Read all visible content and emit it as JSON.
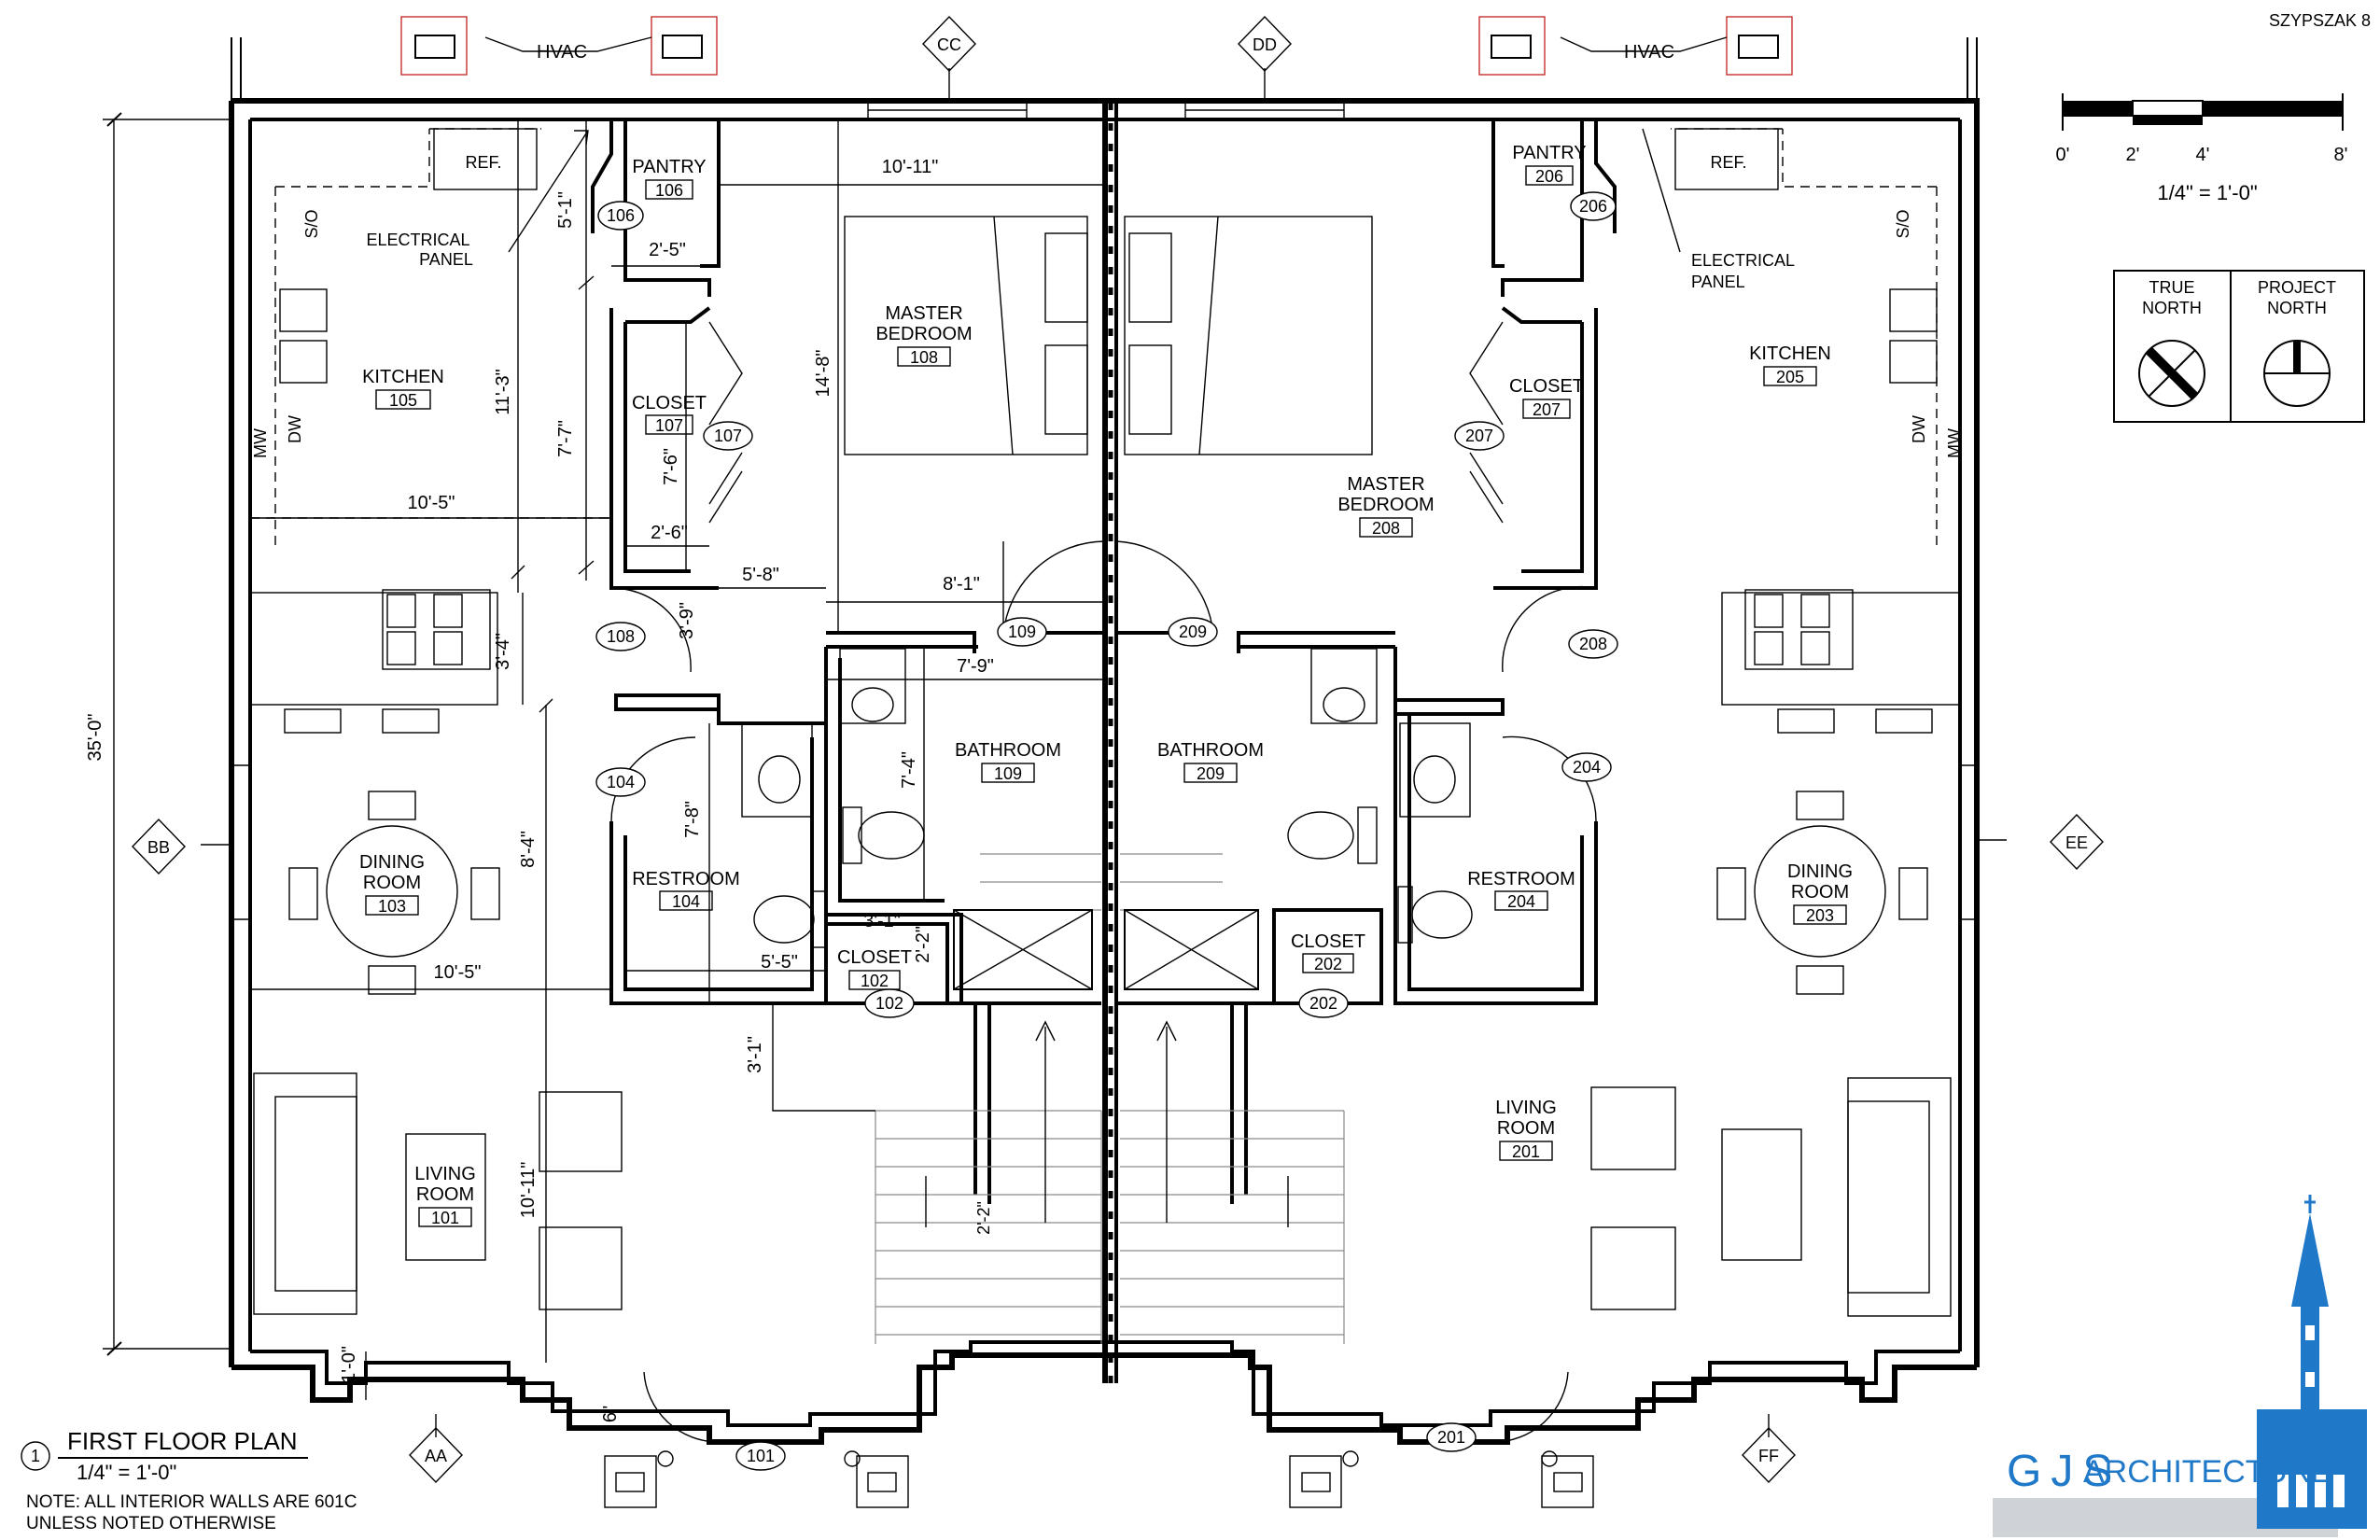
{
  "sheet_code": "SZYPSZAK 8",
  "hvac_label": "HVAC",
  "grid_markers": [
    "CC",
    "DD",
    "BB",
    "EE",
    "AA",
    "FF"
  ],
  "scale_bar": {
    "ticks": [
      "0'",
      "2'",
      "4'",
      "8'"
    ],
    "scale_text": "1/4\" = 1'-0\""
  },
  "north": {
    "true_north": "TRUE\nNORTH",
    "project_north": "PROJECT\nNORTH"
  },
  "rooms": {
    "r101": {
      "name": "LIVING\nROOM",
      "number": "101"
    },
    "r102": {
      "name": "CLOSET",
      "number": "102"
    },
    "r103": {
      "name": "DINING\nROOM",
      "number": "103"
    },
    "r104": {
      "name": "RESTROOM",
      "number": "104"
    },
    "r105": {
      "name": "KITCHEN",
      "number": "105"
    },
    "r106": {
      "name": "PANTRY",
      "number": "106"
    },
    "r107": {
      "name": "CLOSET",
      "number": "107"
    },
    "r108": {
      "name": "MASTER\nBEDROOM",
      "number": "108"
    },
    "r109": {
      "name": "BATHROOM",
      "number": "109"
    },
    "r201": {
      "name": "LIVING\nROOM",
      "number": "201"
    },
    "r202": {
      "name": "CLOSET",
      "number": "202"
    },
    "r203": {
      "name": "DINING\nROOM",
      "number": "203"
    },
    "r204": {
      "name": "RESTROOM",
      "number": "204"
    },
    "r205": {
      "name": "KITCHEN",
      "number": "205"
    },
    "r206": {
      "name": "PANTRY",
      "number": "206"
    },
    "r207": {
      "name": "CLOSET",
      "number": "207"
    },
    "r208": {
      "name": "MASTER\nBEDROOM",
      "number": "208"
    },
    "r209": {
      "name": "BATHROOM",
      "number": "209"
    }
  },
  "door_tags": [
    "101",
    "102",
    "104",
    "106",
    "107",
    "108",
    "109",
    "201",
    "202",
    "204",
    "206",
    "207",
    "208",
    "209"
  ],
  "fixture_labels": {
    "ref": "REF.",
    "so": "S/O",
    "dw": "DW",
    "mw": "MW",
    "electrical_panel": "ELECTRICAL\nPANEL"
  },
  "dimensions": {
    "overall": "35'-0\"",
    "kitchen_depth": "11'-3\"",
    "kitchen_width": "10'-5\"",
    "pantry_depth": "5'-1\"",
    "pantry_width": "2'-5\"",
    "closet_depth": "7'-7\"",
    "closet_inner": "7'-6\"",
    "closet_width": "2'-6\"",
    "bedroom_width": "10'-11\"",
    "bedroom_depth": "14'-8\"",
    "hall_width": "5'-8\"",
    "hall_depth": "3'-9\"",
    "bed_lower": "8'-1\"",
    "island": "3'-4\"",
    "bath_width": "7'-9\"",
    "bath_depth": "7'-4\"",
    "restroom_depth": "7'-8\"",
    "restroom_width": "5'-5\"",
    "dining_depth": "8'-4\"",
    "dining_width": "10'-5\"",
    "closet102_width": "3'-1\"",
    "closet102_depth": "2'-2\"",
    "stair_offset": "3'-1\"",
    "living_depth": "10'-11\"",
    "front_step": "1'-0\"",
    "front_small": "6\"",
    "stair_riser": "2'-2\""
  },
  "title_block": {
    "number": "1",
    "title": "FIRST FLOOR PLAN",
    "scale": "1/4\" = 1'-0\""
  },
  "note": "NOTE: ALL INTERIOR WALLS ARE 601C\nUNLESS NOTED OTHERWISE",
  "logo": {
    "initials": "GJS",
    "word": "ARCHITECTURE",
    "color": "#1f78c8"
  }
}
